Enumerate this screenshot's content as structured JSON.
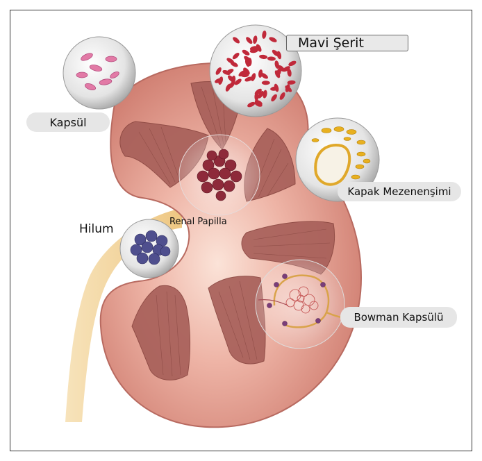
{
  "labels": {
    "mavi_serit": "Mavi Şerit",
    "kapsul": "Kapsül",
    "kapak_mezenshimi": "Kapak Mezenenşimi",
    "renal_papilla": "Renal Papilla",
    "hilum": "Hilum",
    "bowman_kapsulu": "Bowman Kapsülü"
  },
  "colors": {
    "kidney": "#d9877b",
    "kidney_inner": "#f0c4b8",
    "pyramid": "#a55a52",
    "ureter": "#f3d49a",
    "red_cells": "#c0293a",
    "pink_cells": "#e27aa6",
    "yellow_cells": "#e8b020",
    "cluster_red": "#8e2a3a",
    "cluster_blue": "#4f4f8e"
  }
}
